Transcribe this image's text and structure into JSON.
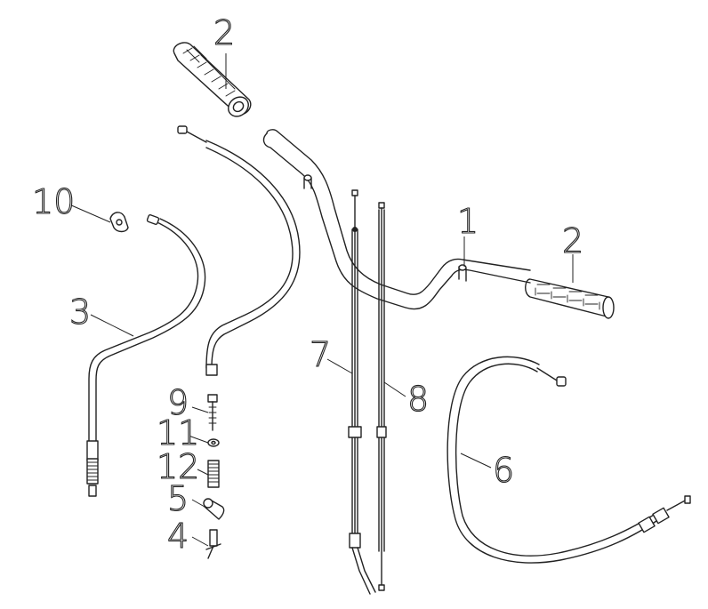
{
  "callouts": [
    {
      "id": "c1",
      "text": "1"
    },
    {
      "id": "c2a",
      "text": "2"
    },
    {
      "id": "c2b",
      "text": "2"
    },
    {
      "id": "c3",
      "text": "3"
    },
    {
      "id": "c4",
      "text": "4"
    },
    {
      "id": "c5",
      "text": "5"
    },
    {
      "id": "c6",
      "text": "6"
    },
    {
      "id": "c7",
      "text": "7"
    },
    {
      "id": "c8",
      "text": "8"
    },
    {
      "id": "c9",
      "text": "9"
    },
    {
      "id": "c10",
      "text": "10"
    },
    {
      "id": "c11",
      "text": "11"
    },
    {
      "id": "c12",
      "text": "12"
    }
  ]
}
